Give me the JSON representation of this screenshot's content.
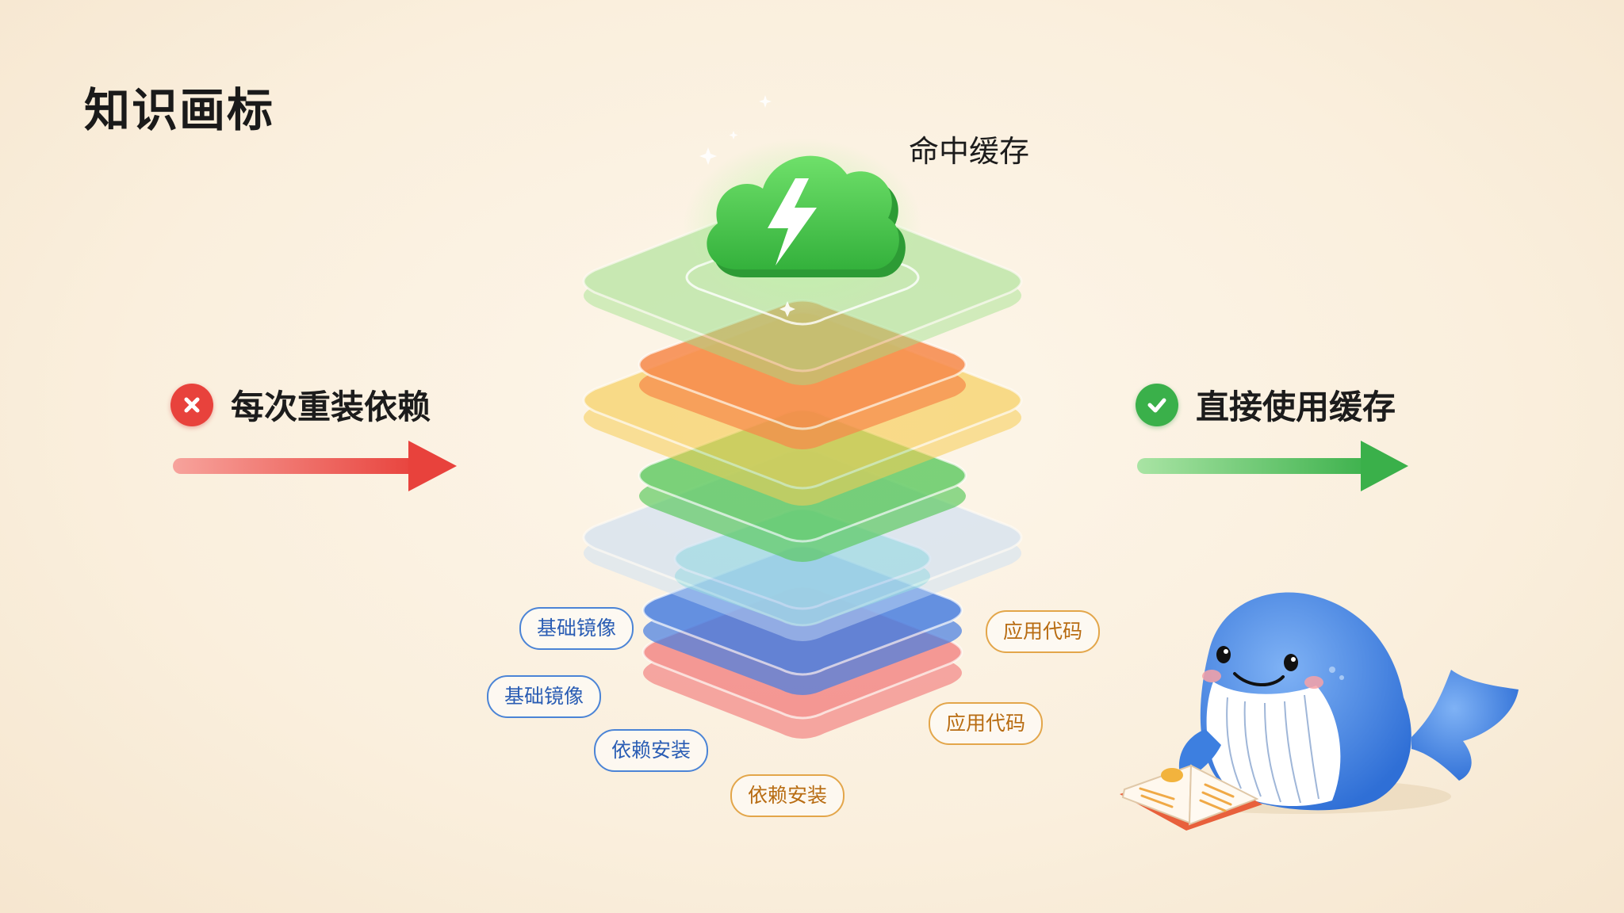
{
  "title": "知识画标",
  "cache_hit": {
    "label": "命中缓存"
  },
  "left": {
    "label": "每次重装依赖",
    "icon": "x-circle-icon",
    "color": "#e8423c"
  },
  "right": {
    "label": "直接使用缓存",
    "icon": "check-circle-icon",
    "color": "#3ab04a"
  },
  "layers": [
    {
      "name": "cache",
      "color": "#9fe08a"
    },
    {
      "name": "orange",
      "color": "#f7894a"
    },
    {
      "name": "yellow",
      "color": "#f7cd55"
    },
    {
      "name": "green",
      "color": "#5cc95e"
    },
    {
      "name": "light-blue",
      "color": "#c7dcf5"
    },
    {
      "name": "teal",
      "color": "#6fd9cf"
    },
    {
      "name": "blue",
      "color": "#4a7fe0"
    },
    {
      "name": "red",
      "color": "#f27a7a"
    }
  ],
  "tags": {
    "base_image_1": "基础镜像",
    "base_image_2": "基础镜像",
    "deps_install_1": "依赖安装",
    "deps_install_2": "依赖安装",
    "app_code_1": "应用代码",
    "app_code_2": "应用代码"
  },
  "mascot": {
    "icon": "whale-mascot-icon",
    "book_icon": "open-book-icon"
  }
}
